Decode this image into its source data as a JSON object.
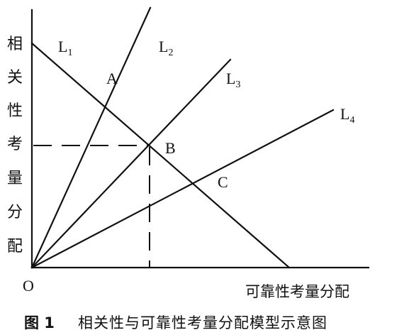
{
  "labels": {
    "origin": "O",
    "x_axis": "可靠性考量分配",
    "y_axis": [
      "相",
      "关",
      "性",
      "考",
      "量",
      "分",
      "配"
    ],
    "line_l1": {
      "letter": "L",
      "subscript": "1"
    },
    "line_l2": {
      "letter": "L",
      "subscript": "2"
    },
    "line_l3": {
      "letter": "L",
      "subscript": "3"
    },
    "line_l4": {
      "letter": "L",
      "subscript": "4"
    },
    "point_a": "A",
    "point_b": "B",
    "point_c": "C"
  },
  "caption": {
    "number": "图 1",
    "text": "相关性与可靠性考量分配模型示意图"
  },
  "colors": {
    "ink": "#111111"
  }
}
